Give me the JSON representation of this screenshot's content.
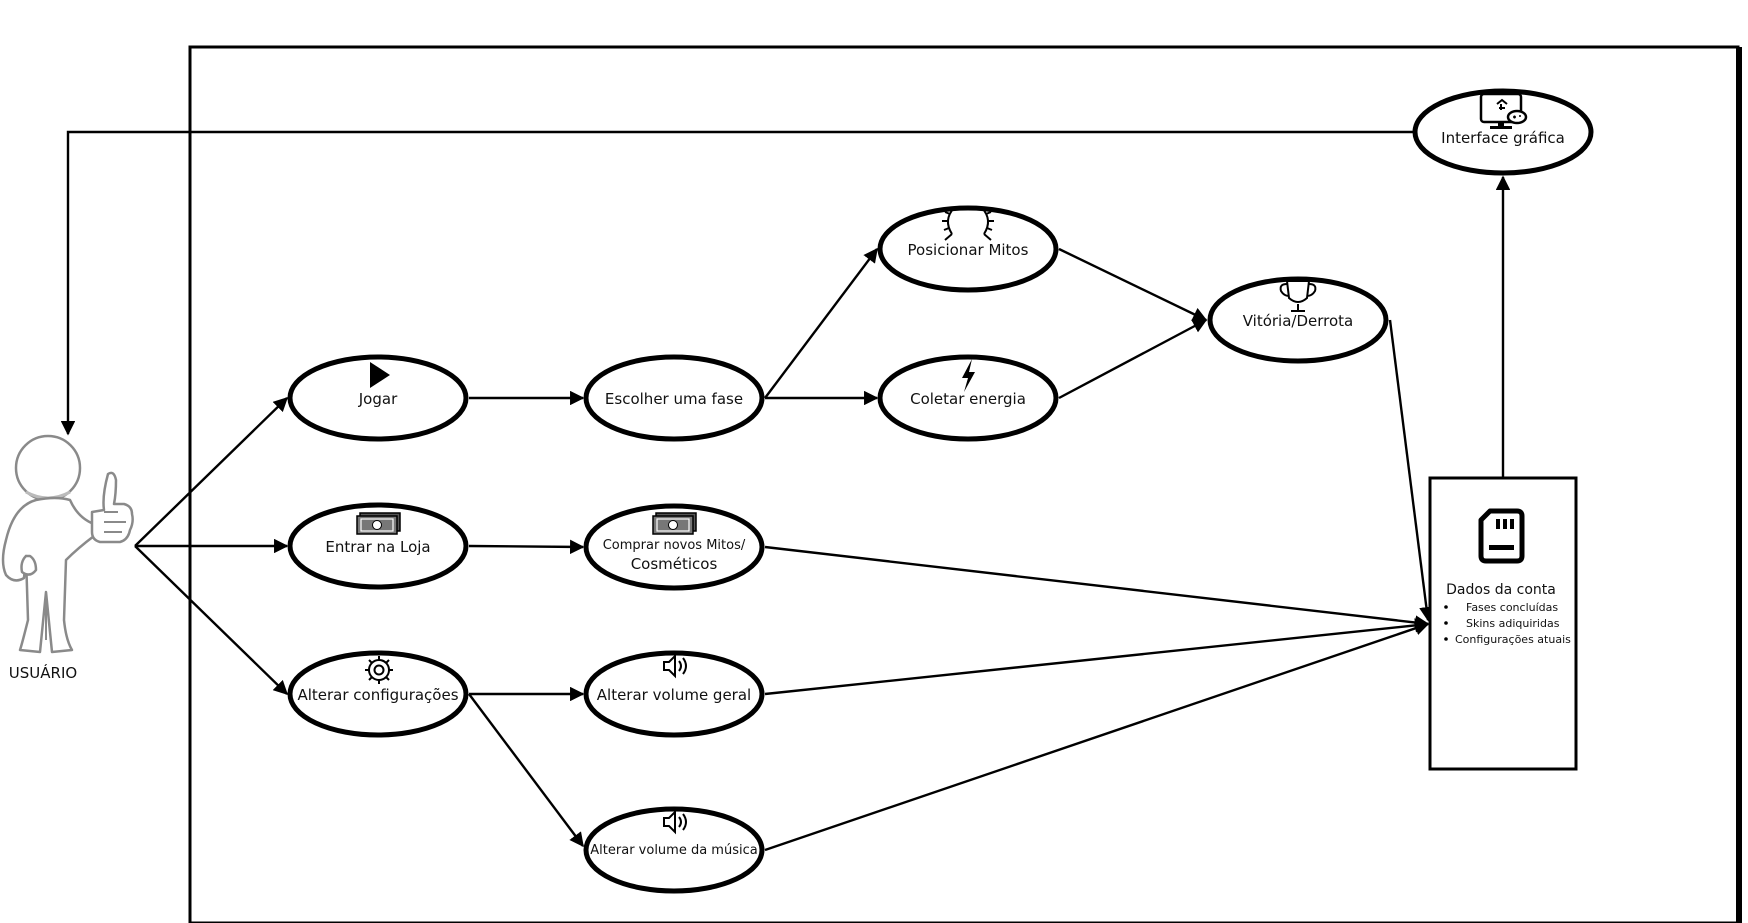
{
  "actor": {
    "label": "USUÁRIO"
  },
  "nodes": {
    "interface": "Interface gráfica",
    "posicionar": "Posicionar Mitos",
    "vitoria": "Vitória/Derrota",
    "jogar": "Jogar",
    "escolher": "Escolher uma fase",
    "coletar": "Coletar energia",
    "loja": "Entrar na Loja",
    "comprar_line1": "Comprar novos Mitos/",
    "comprar_line2": "Cosméticos",
    "config": "Alterar configurações",
    "volume_geral": "Alterar  volume geral",
    "volume_musica": "Alterar volume da música"
  },
  "account": {
    "title": "Dados da conta",
    "items": [
      "Fases concluídas",
      "Skins adiquiridas",
      "Configurações atuais"
    ]
  },
  "icons": {
    "interface": "monitor-gamepad-icon",
    "posicionar": "laurel-wreath-icon",
    "vitoria": "trophy-icon",
    "jogar": "play-icon",
    "coletar": "lightning-bolt-icon",
    "loja": "money-icon",
    "comprar": "money-icon",
    "config": "gear-icon",
    "volume_geral": "speaker-icon",
    "volume_musica": "speaker-icon",
    "account": "sd-card-icon",
    "actor": "thumbs-up-person-icon"
  }
}
